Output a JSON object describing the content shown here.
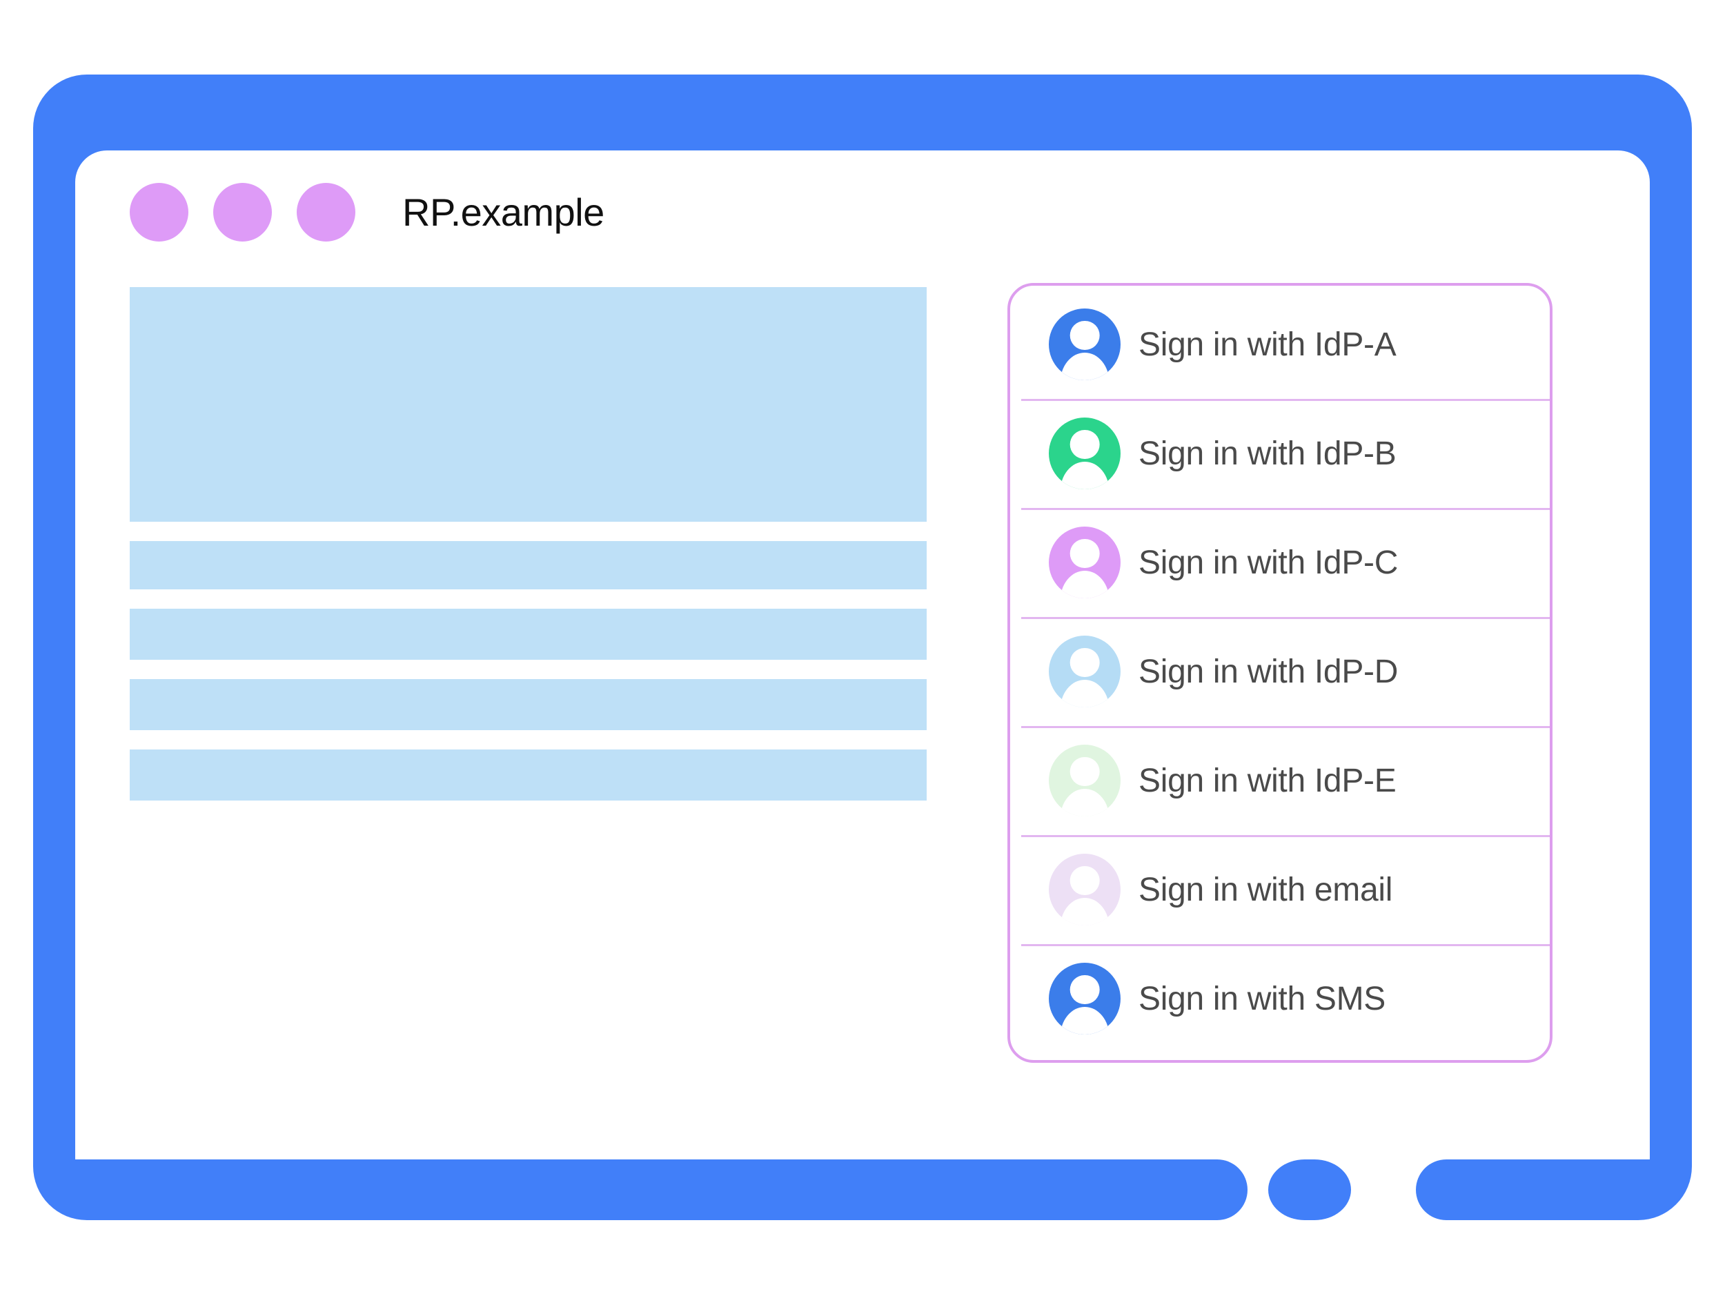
{
  "colors": {
    "frame_blue": "#417FF9",
    "title_dot_purple": "#DE9BF7",
    "skeleton_blue": "#BEE0F7",
    "dialog_border_purple": "#DD9EEE",
    "divider_purple": "#E2B6F0",
    "label_text": "#4A4A4A",
    "page_background": "#FFFFFF"
  },
  "browser": {
    "title": "RP.example",
    "window_dots": [
      {
        "name": "window-dot-1",
        "color": "#DE9BF7"
      },
      {
        "name": "window-dot-2",
        "color": "#DE9BF7"
      },
      {
        "name": "window-dot-3",
        "color": "#DE9BF7"
      }
    ],
    "home_button_label": ""
  },
  "content": {
    "skeleton_blocks": [
      {
        "kind": "hero"
      },
      {
        "kind": "bar"
      },
      {
        "kind": "bar-lg"
      },
      {
        "kind": "bar-lg"
      },
      {
        "kind": "bar-lg"
      }
    ]
  },
  "account_chooser": {
    "accounts": [
      {
        "label": "Sign in with IdP-A",
        "avatar_icon": "person-avatar-icon",
        "avatar_color": "#3B7DEA"
      },
      {
        "label": "Sign in with IdP-B",
        "avatar_icon": "person-avatar-icon",
        "avatar_color": "#2BD48C"
      },
      {
        "label": "Sign in with IdP-C",
        "avatar_icon": "person-avatar-icon",
        "avatar_color": "#DE9BF7"
      },
      {
        "label": "Sign in with IdP-D",
        "avatar_icon": "person-avatar-icon",
        "avatar_color": "#B5DCF5"
      },
      {
        "label": "Sign in with IdP-E",
        "avatar_icon": "person-avatar-icon",
        "avatar_color": "#E0F5E0"
      },
      {
        "label": "Sign in with email",
        "avatar_icon": "person-avatar-icon",
        "avatar_color": "#EDE0F5"
      },
      {
        "label": "Sign in with SMS",
        "avatar_icon": "person-avatar-icon",
        "avatar_color": "#3B7DEA"
      }
    ]
  }
}
